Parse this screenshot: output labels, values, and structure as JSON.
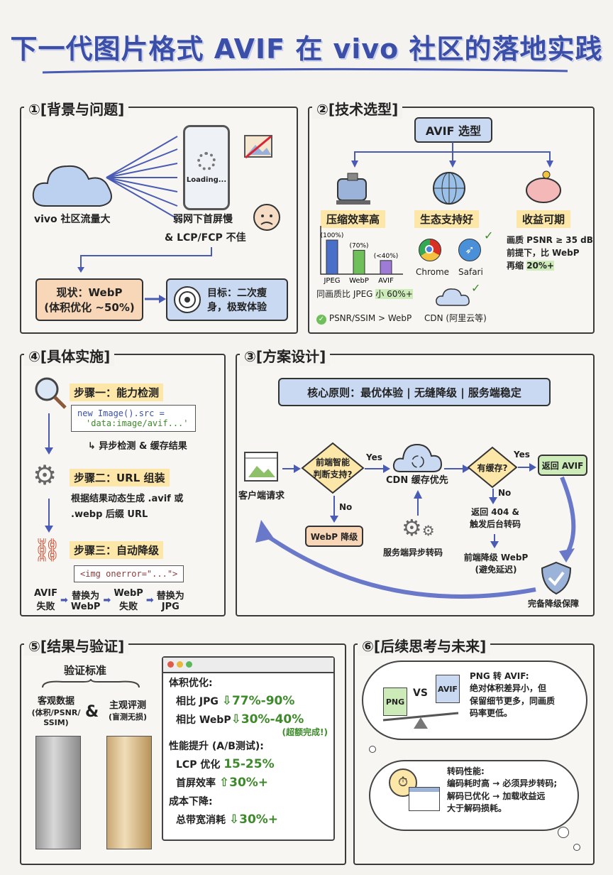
{
  "title": "下一代图片格式 AVIF 在 vivo 社区的落地实践",
  "s1": {
    "title": "①[背景与问题]",
    "traffic": "vivo 社区流量大",
    "loading": "Loading...",
    "slow": "弱网下首屏慢",
    "lcp": "& LCP/FCP 不佳",
    "status_l1": "现状：WebP",
    "status_l2": "(体积优化 ~50%)",
    "goal_l1": "目标：二次瘦",
    "goal_l2": "身，极致体验"
  },
  "s2": {
    "title": "②[技术选型]",
    "root": "AVIF 选型",
    "c1": "压缩效率高",
    "c2": "生态支持好",
    "c3": "收益可期",
    "bars": [
      {
        "name": "JPEG",
        "label": "(100%)",
        "value": 100,
        "color": "#4a6fc9"
      },
      {
        "name": "WebP",
        "label": "(70%)",
        "value": 70,
        "color": "#6fbf5a"
      },
      {
        "name": "AVIF",
        "label": "(<40%)",
        "value": 40,
        "color": "#9d7bd6"
      }
    ],
    "compare_prefix": "同画质比 JPEG ",
    "compare_hl": "小 60%+",
    "psnr": "PSNR/SSIM > WebP",
    "chrome": "Chrome",
    "safari": "Safari",
    "cdn": "CDN (阿里云等)",
    "gain_l1": "画质 PSNR ≥ 35 dB",
    "gain_l2": "前提下，比 WebP",
    "gain_l3_prefix": "再缩 ",
    "gain_l3_hl": "20%+"
  },
  "s4": {
    "title": "④[具体实施]",
    "step1": "步骤一：能力检测",
    "code1_l1": "new Image().src =",
    "code1_l2": "'data:image/avif...'",
    "step1_note": "异步检测 & 缓存结果",
    "step2": "步骤二：URL 组装",
    "step2_l1": "根据结果动态生成 .avif 或",
    "step2_l2": ".webp 后缀 URL",
    "step3": "步骤三：自动降级",
    "code3": "<img onerror=\"...\">",
    "chain": [
      [
        "AVIF",
        "失败"
      ],
      [
        "替换为",
        "WebP"
      ],
      [
        "WebP",
        "失败"
      ],
      [
        "替换为",
        "JPG"
      ]
    ]
  },
  "s3": {
    "title": "③[方案设计]",
    "banner": "核心原则：最优体验 | 无缝降级 | 服务端稳定",
    "client": "客户端请求",
    "detect_l1": "前端智能",
    "detect_l2": "判断支持?",
    "yes1": "Yes",
    "no1": "No",
    "webp": "WebP 降级",
    "cdn": "CDN 缓存优先",
    "server": "服务端异步转码",
    "cache": "有缓存?",
    "yes2": "Yes",
    "no2": "No",
    "ret_avif": "返回 AVIF",
    "r404_l1": "返回 404 &",
    "r404_l2": "触发后台转码",
    "fallback_l1": "前端降级 WebP",
    "fallback_l2": "(避免延迟)",
    "guarantee": "完备降级保障"
  },
  "s5": {
    "title": "⑤[结果与验证]",
    "criteria": "验证标准",
    "obj_l1": "客观数据",
    "obj_l2": "(体积/PSNR/",
    "obj_l3": "SSIM)",
    "amp": "&",
    "subj_l1": "主观评测",
    "subj_l2": "(盲测无损)",
    "vol": "体积优化:",
    "vol1_label": "相比 JPG ",
    "vol1_val": "⇩77%-90%",
    "vol2_label": "相比 WebP",
    "vol2_val": "⇩30%-40%",
    "exceed": "(超额完成!)",
    "perf": "性能提升 (A/B测试):",
    "perf1_label": "LCP 优化 ",
    "perf1_val": "15-25%",
    "perf2_label": "首屏效率 ",
    "perf2_val": "⇧30%+",
    "cost": "成本下降:",
    "cost1_label": "总带宽消耗 ",
    "cost1_val": "⇩30%+"
  },
  "s6": {
    "title": "⑥[后续思考与未来]",
    "png": "PNG",
    "vs": "VS",
    "avif": "AVIF",
    "t1_l1": "PNG 转 AVIF:",
    "t1_l2": "绝对体积差异小，但",
    "t1_l3": "保留细节更多，同画质",
    "t1_l4": "码率更低。",
    "t2_l1": "转码性能:",
    "t2_l2": "编码耗时高 → 必须异步转码;",
    "t2_l3": "解码已优化 → 加载收益远",
    "t2_l4": "大于解码损耗。"
  }
}
